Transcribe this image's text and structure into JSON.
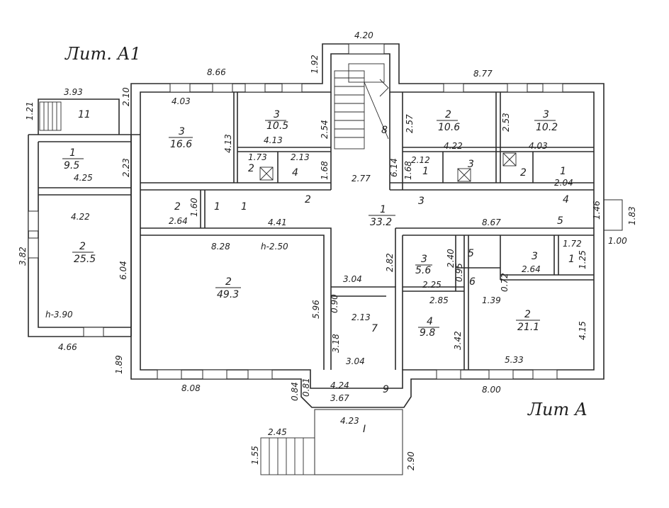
{
  "titles": {
    "lit_a1": "Лит. А1",
    "lit_a": "Лит А"
  },
  "entrance_mark": "I",
  "dimensions": {
    "top_porch": "4.20",
    "stair_h": "1.92",
    "top_left": "8.66",
    "top_right": "8.77",
    "wing_top": "3.93",
    "wing_h1": "1.21",
    "wing_h2": "2.10",
    "wing_side": "2.23",
    "wing_w": "4.25",
    "west_w": "4.22",
    "west_h": "3.82",
    "west_h2": "6.04",
    "west_ceiling": "h-3.90",
    "bottom_left": "4.66",
    "bottom_h": "1.89",
    "bottom_mid": "8.08",
    "bottom_right": "8.00",
    "porch_h": "0.84",
    "porch_h2": "0.81",
    "porch_w1": "4.24",
    "porch_w2": "3.67",
    "porch_w3": "4.23",
    "steps_w": "2.45",
    "steps_h": "1.55",
    "steps_depth": "2.90",
    "r3a_w": "4.03",
    "r3a_h": "4.13",
    "r3b_h": "2.54",
    "r3b_w": "4.13",
    "wc_w1": "1.73",
    "wc_w2": "2.13",
    "wc_h": "1.68",
    "corr_w": "2.77",
    "corr_v": "6.14",
    "corr_h1": "1.68",
    "r2b_h": "2.57",
    "r2b_w": "2.12",
    "r3c_h": "2.53",
    "r3c_w": "4.03",
    "wc2_w": "4.22",
    "right_w1": "2.04",
    "right_s1": "1.46",
    "right_s2": "1.83",
    "right_s3": "1.00",
    "r2d_w": "2.64",
    "r2d_h": "1.60",
    "mid_w": "4.41",
    "hall_w": "8.28",
    "hall_ceiling": "h-2.50",
    "hall_h": "5.96",
    "r7_w": "3.04",
    "r7_w2": "2.13",
    "r7_h": "3.18",
    "r7_h2": "0.90",
    "r7_w3": "3.04",
    "r3d_h": "2.82",
    "r3d_h2": "2.40",
    "r3d_w": "2.25",
    "r4_w": "2.85",
    "r4_h": "3.42",
    "r5_h": "0.95",
    "east_w": "8.67",
    "east_w2": "1.72",
    "east_h": "1.25",
    "east_w3": "2.64",
    "east_h2": "0.72",
    "east_w4": "1.39",
    "east_h3": "4.15",
    "east_w5": "5.33"
  },
  "rooms": [
    {
      "id": "11",
      "area": ""
    },
    {
      "id": "1",
      "area": "9.5"
    },
    {
      "id": "2",
      "area": "25.5"
    },
    {
      "id": "3",
      "area": "16.6"
    },
    {
      "id": "3",
      "area": "10.5"
    },
    {
      "id": "2",
      "area": ""
    },
    {
      "id": "4",
      "area": ""
    },
    {
      "id": "8",
      "area": ""
    },
    {
      "id": "2",
      "area": "10.6"
    },
    {
      "id": "3",
      "area": "10.2"
    },
    {
      "id": "1",
      "area": ""
    },
    {
      "id": "3",
      "area": ""
    },
    {
      "id": "2",
      "area": ""
    },
    {
      "id": "1",
      "area": ""
    },
    {
      "id": "2",
      "area": ""
    },
    {
      "id": "1",
      "area": ""
    },
    {
      "id": "1",
      "area": ""
    },
    {
      "id": "2",
      "area": ""
    },
    {
      "id": "1",
      "area": "33.2"
    },
    {
      "id": "2",
      "area": "49.3"
    },
    {
      "id": "3",
      "area": "5.6"
    },
    {
      "id": "5",
      "area": ""
    },
    {
      "id": "6",
      "area": ""
    },
    {
      "id": "3",
      "area": ""
    },
    {
      "id": "1",
      "area": ""
    },
    {
      "id": "4",
      "area": "9.8"
    },
    {
      "id": "2",
      "area": "21.1"
    },
    {
      "id": "7",
      "area": ""
    },
    {
      "id": "9",
      "area": ""
    },
    {
      "id": "3",
      "area": ""
    },
    {
      "id": "4",
      "area": ""
    },
    {
      "id": "5",
      "area": ""
    }
  ]
}
